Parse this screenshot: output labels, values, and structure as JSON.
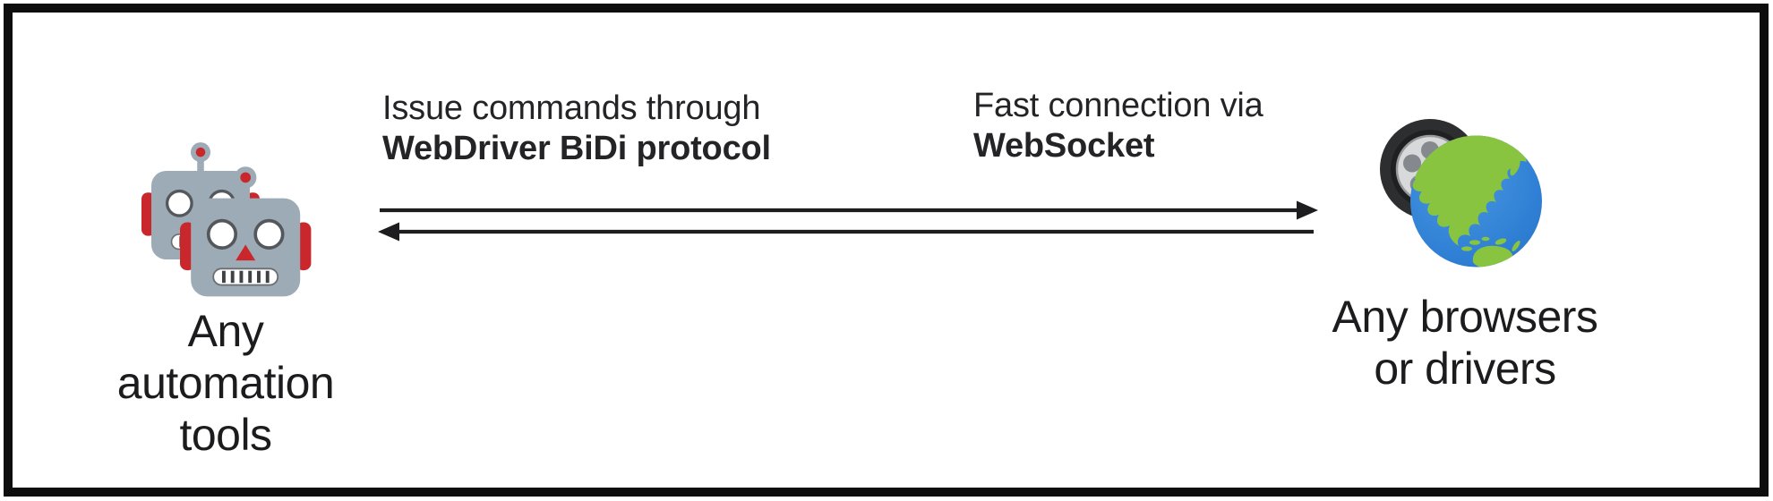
{
  "diagram": {
    "left_node": {
      "icon": "robot-emoji-pair",
      "lines": [
        "Any",
        "automation",
        "tools"
      ]
    },
    "right_node": {
      "icon": "wheel-and-globe-emoji",
      "lines": [
        "Any browsers",
        "or drivers"
      ]
    },
    "labels": {
      "left": {
        "regular": "Issue commands through",
        "bold": "WebDriver BiDi protocol"
      },
      "right": {
        "regular": "Fast connection via",
        "bold": "WebSocket"
      }
    },
    "arrows": {
      "top": {
        "direction": "left-to-right"
      },
      "bottom": {
        "direction": "right-to-left"
      }
    }
  },
  "colors": {
    "background": "#ffffff",
    "border": "#0d0d0d",
    "text": "#1f1f21",
    "arrow": "#1d1d1f",
    "robot_gray": "#9cabb5",
    "robot_red": "#c9272b",
    "globe_blue": "#2f80d5",
    "globe_green": "#88c440",
    "tire_dark": "#2d2e30",
    "rim_silver": "#d7d9db"
  }
}
